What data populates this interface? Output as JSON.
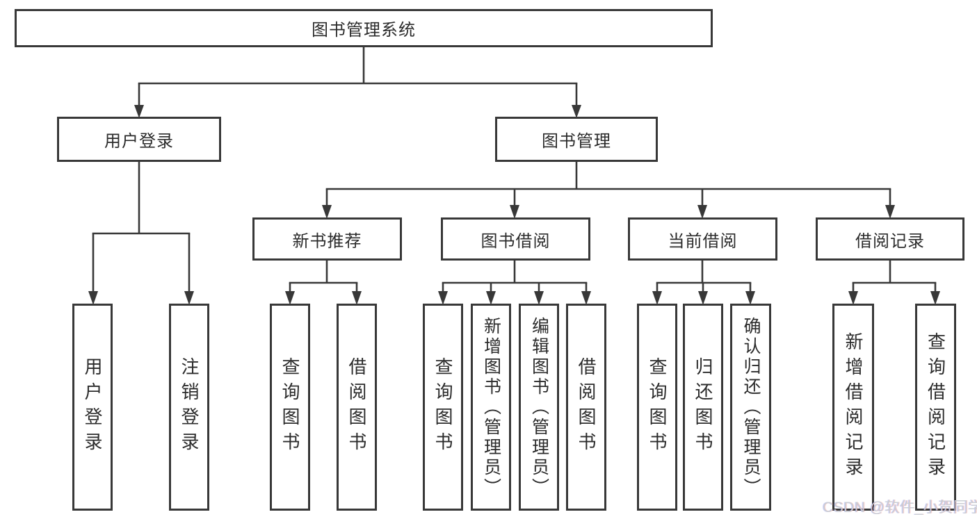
{
  "colors": {
    "line": "#383838",
    "text": "#2b2b2b",
    "background": "#ffffff"
  },
  "watermark": {
    "text": "CSDN @软件_小贺同学"
  },
  "tree": {
    "root": {
      "label": "图书管理系统"
    },
    "branches": [
      {
        "label": "用户登录",
        "children": [
          {
            "label": "用户登录"
          },
          {
            "label": "注销登录"
          }
        ]
      },
      {
        "label": "图书管理",
        "children": [
          {
            "label": "新书推荐",
            "children": [
              {
                "label": "查询图书"
              },
              {
                "label": "借阅图书"
              }
            ]
          },
          {
            "label": "图书借阅",
            "children": [
              {
                "label": "查询图书"
              },
              {
                "label": "新增图书（管理员）"
              },
              {
                "label": "编辑图书（管理员）"
              },
              {
                "label": "借阅图书"
              }
            ]
          },
          {
            "label": "当前借阅",
            "children": [
              {
                "label": "查询图书"
              },
              {
                "label": "归还图书"
              },
              {
                "label": "确认归还（管理员）"
              }
            ]
          },
          {
            "label": "借阅记录",
            "children": [
              {
                "label": "新增借阅记录"
              },
              {
                "label": "查询借阅记录"
              }
            ]
          }
        ]
      }
    ]
  }
}
